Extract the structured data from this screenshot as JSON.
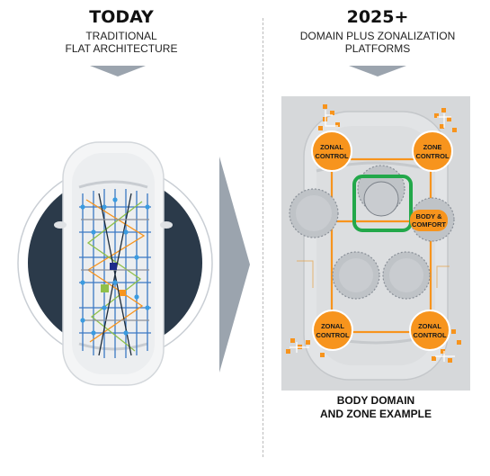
{
  "left": {
    "title": "TODAY",
    "subtitle_line1": "TRADITIONAL",
    "subtitle_line2": "FLAT ARCHITECTURE"
  },
  "right": {
    "title": "2025+",
    "subtitle_line1": "DOMAIN PLUS ZONALIZATION",
    "subtitle_line2": "PLATFORMS"
  },
  "zones": {
    "top_left_1": "ZONAL",
    "top_left_2": "CONTROL",
    "top_right_1": "ZONE",
    "top_right_2": "CONTROL",
    "bottom_left_1": "ZONAL",
    "bottom_left_2": "CONTROL",
    "bottom_right_1": "ZONAL",
    "bottom_right_2": "CONTROL"
  },
  "domain": {
    "body_comfort_1": "BODY &",
    "body_comfort_2": "COMFORT"
  },
  "caption": {
    "line1": "BODY DOMAIN",
    "line2": "AND ZONE EXAMPLE"
  },
  "colors": {
    "orange": "#F7941D",
    "green": "#22A84A",
    "dark": "#2B3A4A",
    "arrow": "#9BA4AE"
  }
}
